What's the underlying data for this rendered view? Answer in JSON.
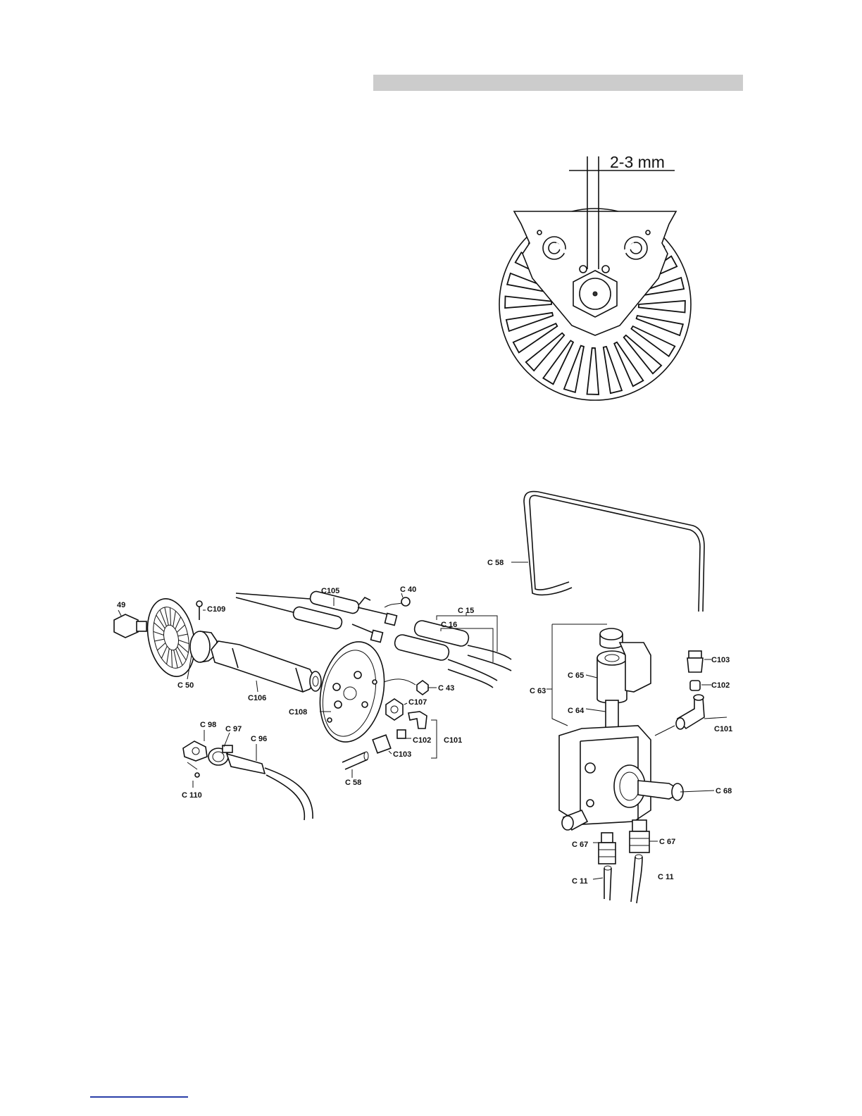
{
  "detail_figure": {
    "dimension": "2-3 mm"
  },
  "labels": {
    "l49": "49",
    "c109": "C109",
    "c50": "C 50",
    "c105": "C105",
    "c40": "C 40",
    "c15": "C 15",
    "c16": "C 16",
    "c106": "C106",
    "c43": "C 43",
    "c108": "C108",
    "c107": "C107",
    "c101a": "C101",
    "c102a": "C102",
    "c103a": "C103",
    "c98": "C 98",
    "c97": "C 97",
    "c96": "C 96",
    "c110": "C 110",
    "c58a": "C 58",
    "c58b": "C 58",
    "c63": "C 63",
    "c65": "C 65",
    "c64": "C 64",
    "c103b": "C103",
    "c102b": "C102",
    "c101b": "C101",
    "c68": "C 68",
    "c67a": "C 67",
    "c67b": "C 67",
    "c11a": "C 11",
    "c11b": "C 11"
  }
}
